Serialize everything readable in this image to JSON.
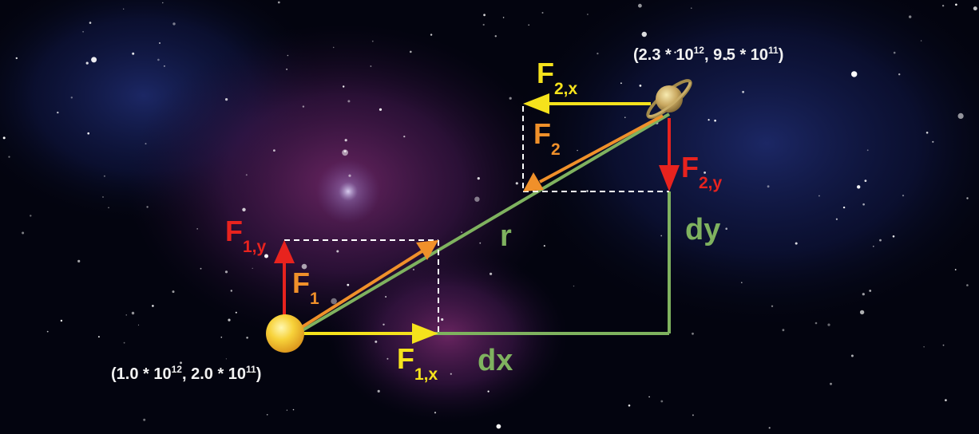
{
  "diagram": {
    "colors": {
      "red": "#e8231e",
      "yellow": "#f5e21c",
      "orange": "#f0902a",
      "green": "#7fb25f",
      "white": "#ffffff",
      "background": "#03040f"
    },
    "bodies": {
      "sun": {
        "icon": "sun-icon"
      },
      "planet": {
        "icon": "saturn-icon"
      }
    },
    "labels": {
      "f1y": {
        "main": "F",
        "sub": "1,y"
      },
      "f1": {
        "main": "F",
        "sub": "1"
      },
      "f1x": {
        "main": "F",
        "sub": "1,x"
      },
      "f2x": {
        "main": "F",
        "sub": "2,x"
      },
      "f2": {
        "main": "F",
        "sub": "2"
      },
      "f2y": {
        "main": "F",
        "sub": "2,y"
      },
      "r": "r",
      "dx": "dx",
      "dy": "dy"
    },
    "coords": {
      "body1": {
        "open": "(1.0 * 10",
        "exp1": "12",
        "mid": ", 2.0 * 10",
        "exp2": "11",
        "close": ")"
      },
      "body2": {
        "open": "(2.3 * 10",
        "exp1": "12",
        "mid": ", 9.5 * 10",
        "exp2": "11",
        "close": ")"
      }
    }
  }
}
